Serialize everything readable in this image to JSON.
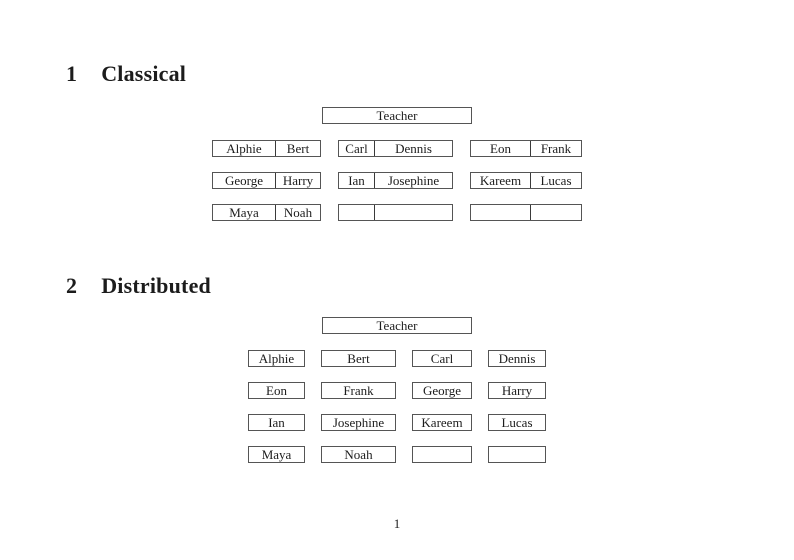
{
  "document": {
    "page_number": "1",
    "sections": [
      {
        "number": "1",
        "title": "Classical"
      },
      {
        "number": "2",
        "title": "Distributed"
      }
    ],
    "classical": {
      "teacher_label": "Teacher",
      "rows": [
        [
          [
            "Alphie",
            "Bert"
          ],
          [
            "Carl",
            "Dennis"
          ],
          [
            "Eon",
            "Frank"
          ]
        ],
        [
          [
            "George",
            "Harry"
          ],
          [
            "Ian",
            "Josephine"
          ],
          [
            "Kareem",
            "Lucas"
          ]
        ],
        [
          [
            "Maya",
            "Noah"
          ],
          [
            "",
            ""
          ],
          [
            "",
            ""
          ]
        ]
      ]
    },
    "distributed": {
      "teacher_label": "Teacher",
      "rows": [
        [
          "Alphie",
          "Bert",
          "Carl",
          "Dennis"
        ],
        [
          "Eon",
          "Frank",
          "George",
          "Harry"
        ],
        [
          "Ian",
          "Josephine",
          "Kareem",
          "Lucas"
        ],
        [
          "Maya",
          "Noah",
          "",
          ""
        ]
      ]
    },
    "colors": {
      "text": "#1c1c1c",
      "box_border": "#555555",
      "background": "#ffffff"
    }
  }
}
